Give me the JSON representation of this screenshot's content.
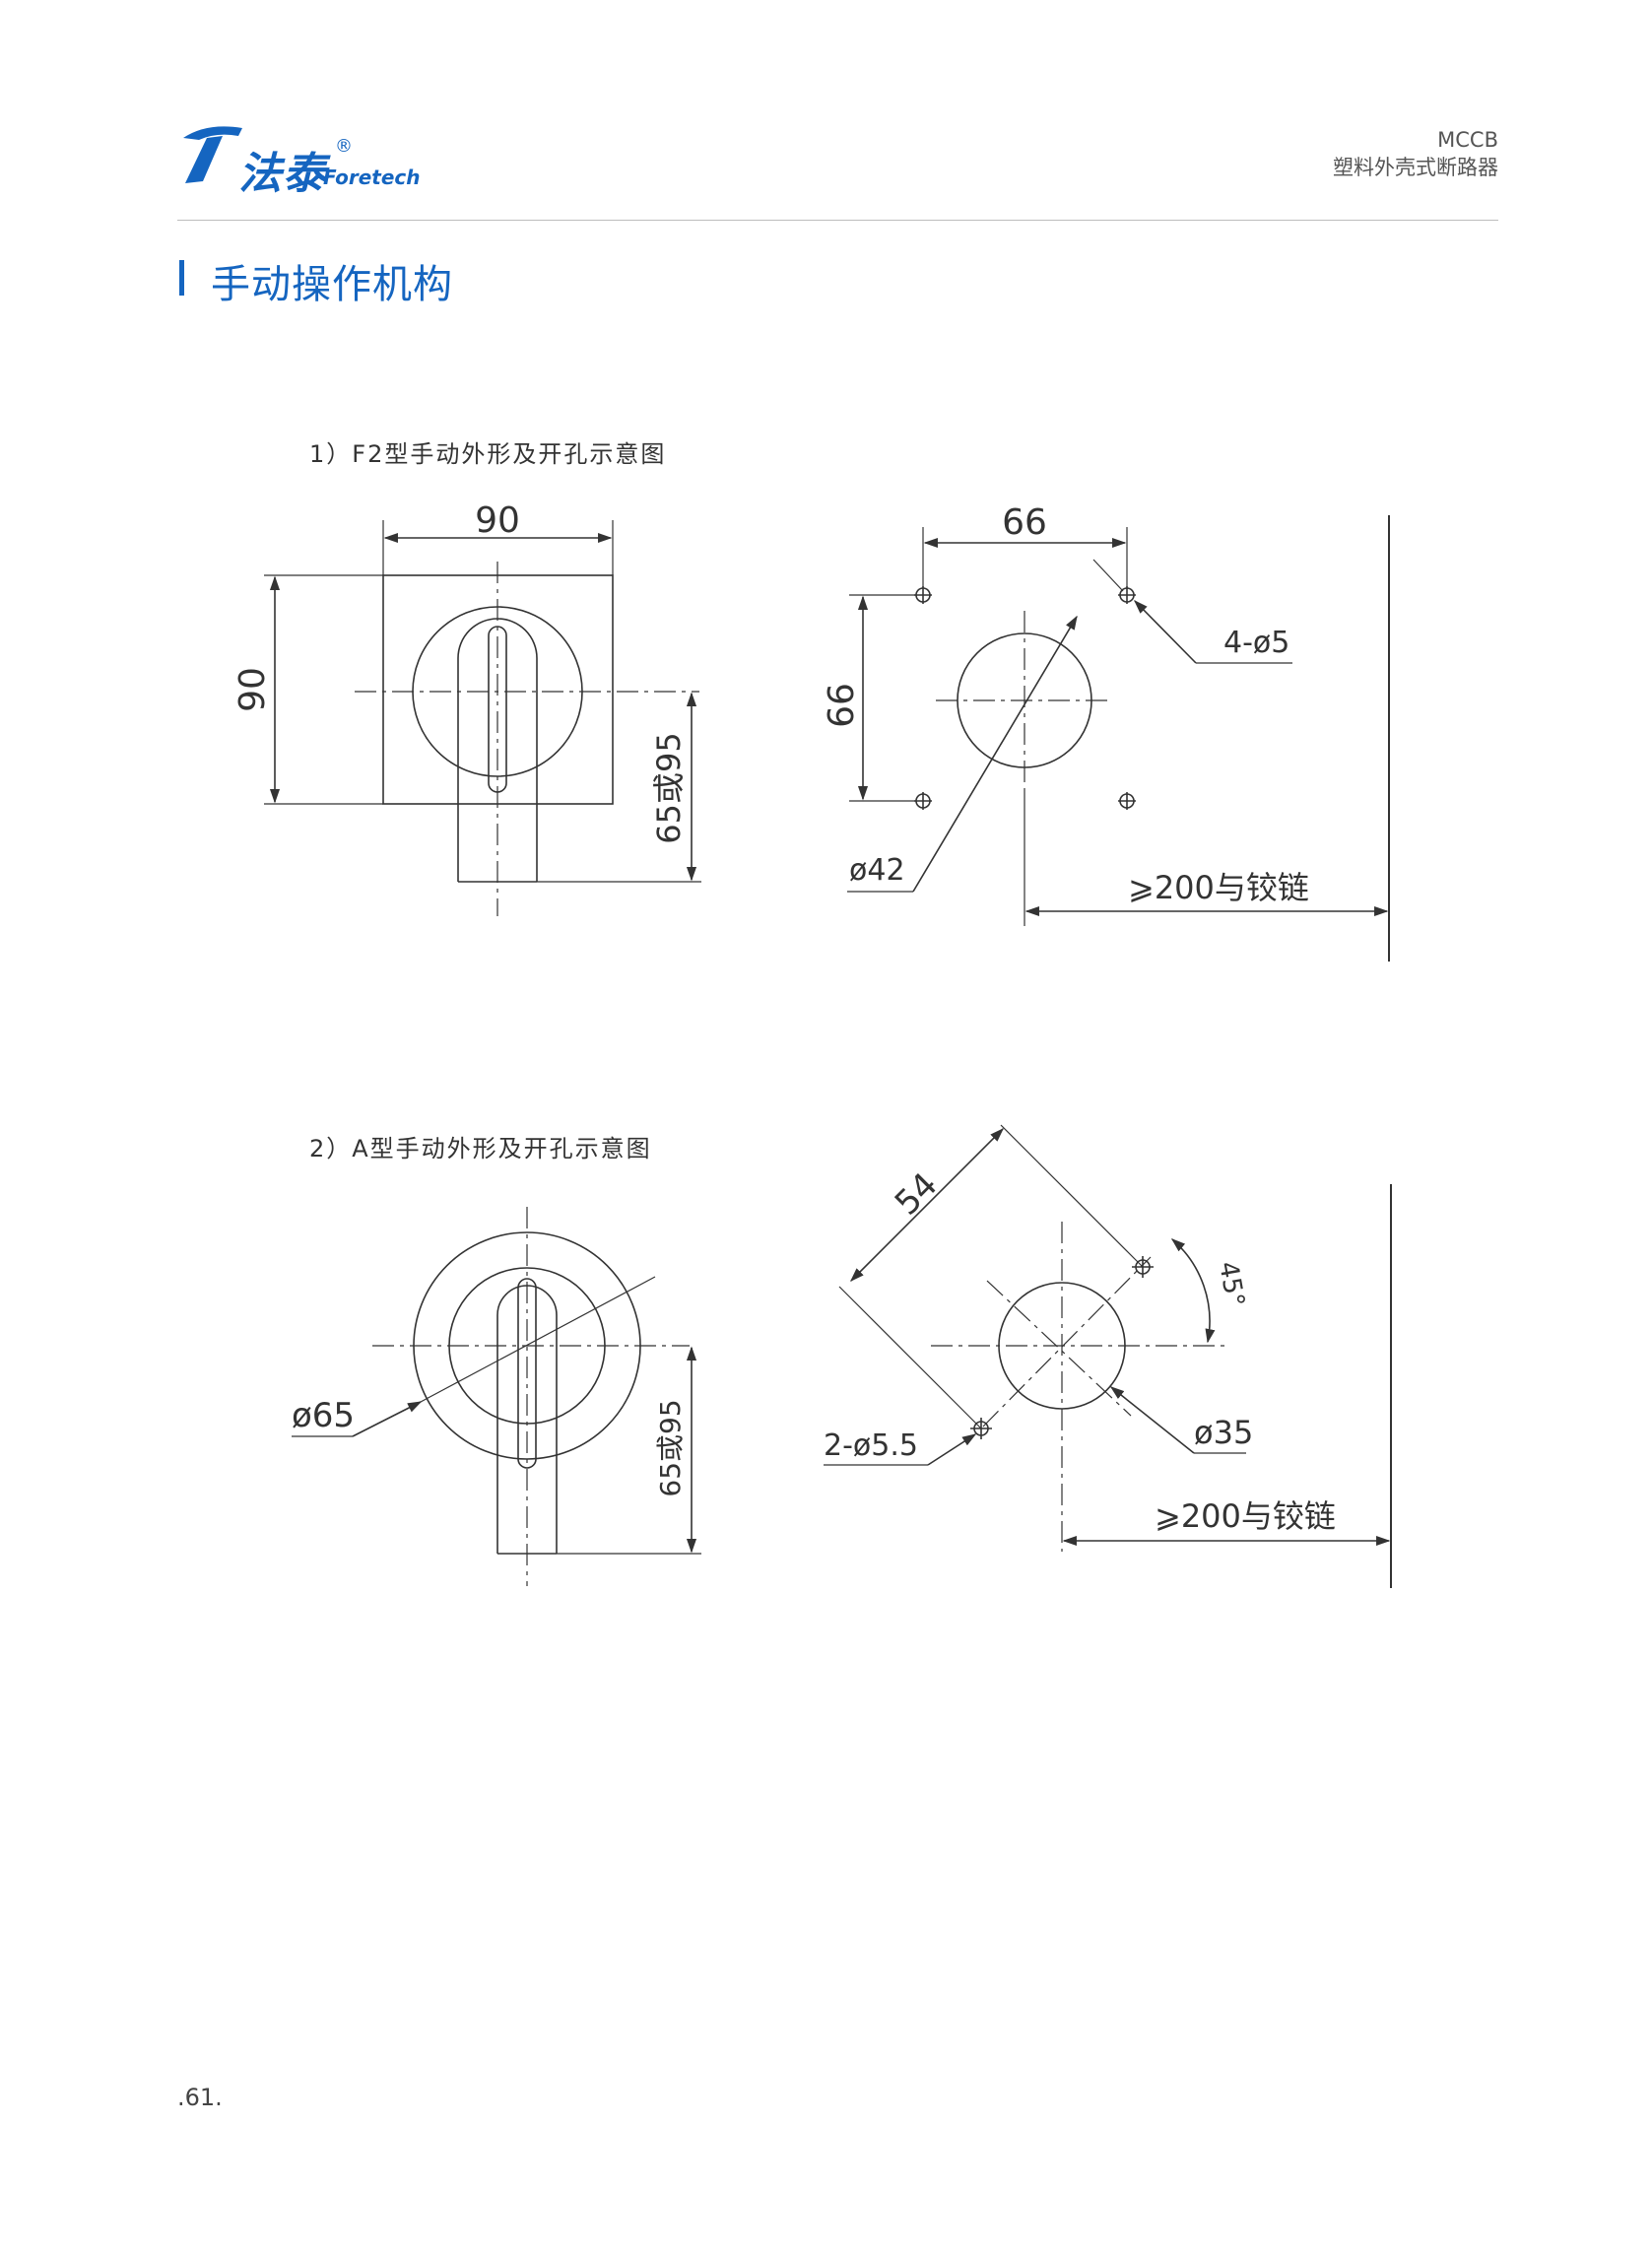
{
  "header": {
    "logo_cn": "法泰",
    "logo_en": "Foretech",
    "logo_reg": "®",
    "product_code": "MCCB",
    "product_name": "塑料外壳式断路器"
  },
  "section": {
    "title": "手动操作机构"
  },
  "figure1": {
    "caption": "1）F2型手动外形及开孔示意图",
    "dim_width": "90",
    "dim_height": "90",
    "dim_handle": "65或95",
    "dim_hole_spacing_x": "66",
    "dim_hole_spacing_y": "66",
    "dim_holes": "4-ø5",
    "dim_cutout": "ø42",
    "dim_hinge": "⩾200与铰链"
  },
  "figure2": {
    "caption": "2）A型手动外形及开孔示意图",
    "dim_dial": "ø65",
    "dim_handle": "65或95",
    "dim_hole_spacing": "54",
    "dim_angle": "45°",
    "dim_holes": "2-ø5.5",
    "dim_cutout": "ø35",
    "dim_hinge": "⩾200与铰链"
  },
  "footer": {
    "page_number": ".61."
  }
}
